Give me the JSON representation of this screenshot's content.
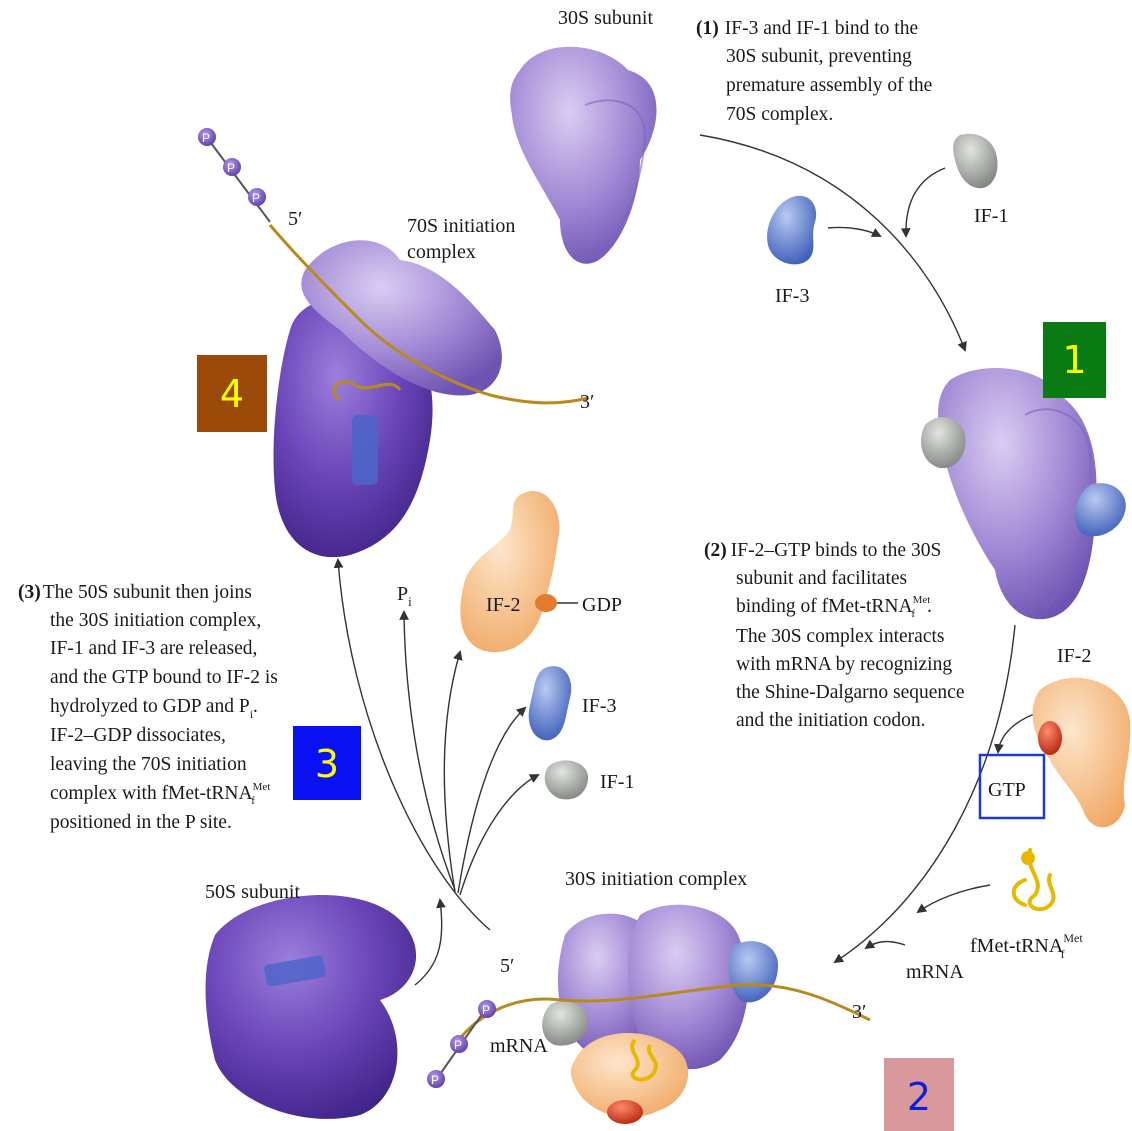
{
  "labels": {
    "sub30": "30S subunit",
    "ic70_1": "70S initiation",
    "ic70_2": "complex",
    "if3_top": "IF-3",
    "if1_top": "IF-1",
    "if2_right": "IF-2",
    "gtp": "GTP",
    "fmet": "fMet-tRNA",
    "fmet_sup": "Met",
    "fmet_sub": "f",
    "mrna_right": "mRNA",
    "ic30": "30S initiation complex",
    "mrna_bottom": "mRNA",
    "sub50": "50S subunit",
    "if2_mid": "IF-2",
    "gdp": "GDP",
    "pi": "P",
    "pi_sub": "i",
    "if3_mid": "IF-3",
    "if1_mid": "IF-1",
    "five_prime": "5′",
    "three_prime": "3′",
    "p": "P"
  },
  "captions": {
    "step1": {
      "num": "(1)",
      "lines": [
        "IF-3 and IF-1 bind to the",
        "30S subunit, preventing",
        "premature assembly of the",
        "70S complex."
      ]
    },
    "step2": {
      "num": "(2)",
      "l1": "IF-2–GTP binds to the 30S",
      "l2": "subunit and facilitates",
      "l3": "binding of fMet-tRNA",
      "l3_sup": "Met",
      "l3_sub": "f",
      "l3_end": ".",
      "l4": "The 30S complex interacts",
      "l5": "with mRNA by recognizing",
      "l6": "the Shine-Dalgarno sequence",
      "l7": "and the initiation codon."
    },
    "step3": {
      "num": "(3)",
      "l1": "The 50S subunit then joins",
      "l2": "the 30S initiation complex,",
      "l3": "IF-1 and IF-3 are released,",
      "l4": "and the GTP bound to IF-2 is",
      "l5": "hydrolyzed to GDP and P",
      "l5_sub": "i",
      "l5_end": ".",
      "l6": "IF-2–GDP dissociates,",
      "l7": "leaving the 70S initiation",
      "l8": "complex with fMet-tRNA",
      "l8_sup": "Met",
      "l8_sub": "f",
      "l9": "positioned in the P site."
    }
  },
  "badges": [
    {
      "id": "1",
      "text": "1",
      "bg": "#0a7a12",
      "fg": "#ffff00"
    },
    {
      "id": "2",
      "text": "2",
      "bg": "#d9999c",
      "fg": "#0b1fd6"
    },
    {
      "id": "3",
      "text": "3",
      "bg": "#0a12f5",
      "fg": "#ffff00"
    },
    {
      "id": "4",
      "text": "4",
      "bg": "#9c4a0a",
      "fg": "#ffff00"
    }
  ],
  "colors": {
    "subunit30": "#9a7fd0",
    "subunit50": "#5e3aa8",
    "if1": "#9aa09a",
    "if2": "#f6c48f",
    "if3": "#5f80d0",
    "gtp_site": "#d33b22",
    "mrna": "#b88a1e",
    "trna": "#e8c000",
    "highlight_box": "#1c3bd6"
  }
}
